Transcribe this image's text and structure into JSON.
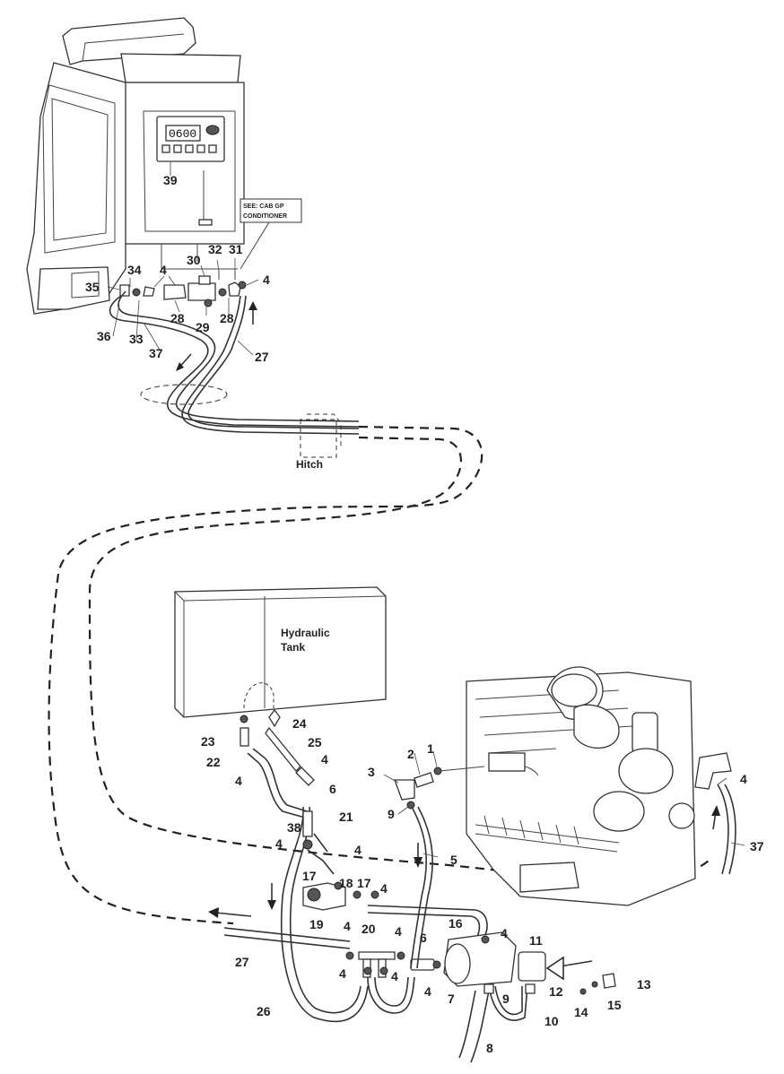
{
  "labels": {
    "see_note": "SEE: CAB GP",
    "see_note_2": "CONDITIONER",
    "display_value": "0600",
    "hitch": "Hitch",
    "tank_line1": "Hydraulic",
    "tank_line2": "Tank"
  },
  "callouts": {
    "c1": "1",
    "c2": "2",
    "c3": "3",
    "c4a": "4",
    "c4b": "4",
    "c4c": "4",
    "c4d": "4",
    "c4e": "4",
    "c4f": "4",
    "c4g": "4",
    "c4h": "4",
    "c4i": "4",
    "c4j": "4",
    "c4k": "4",
    "c4l": "4",
    "c4m": "4",
    "c4n": "4",
    "c5": "5",
    "c6a": "6",
    "c6b": "6",
    "c7": "7",
    "c8": "8",
    "c9a": "9",
    "c9b": "9",
    "c10": "10",
    "c11": "11",
    "c12": "12",
    "c13": "13",
    "c14": "14",
    "c15": "15",
    "c16": "16",
    "c17a": "17",
    "c17b": "17",
    "c18": "18",
    "c19": "19",
    "c20": "20",
    "c21": "21",
    "c22": "22",
    "c23": "23",
    "c24": "24",
    "c25": "25",
    "c26": "26",
    "c27a": "27",
    "c27b": "27",
    "c28a": "28",
    "c28b": "28",
    "c29": "29",
    "c30": "30",
    "c31": "31",
    "c32": "32",
    "c33": "33",
    "c34": "34",
    "c35": "35",
    "c36": "36",
    "c37a": "37",
    "c37b": "37",
    "c38": "38",
    "c39": "39"
  }
}
